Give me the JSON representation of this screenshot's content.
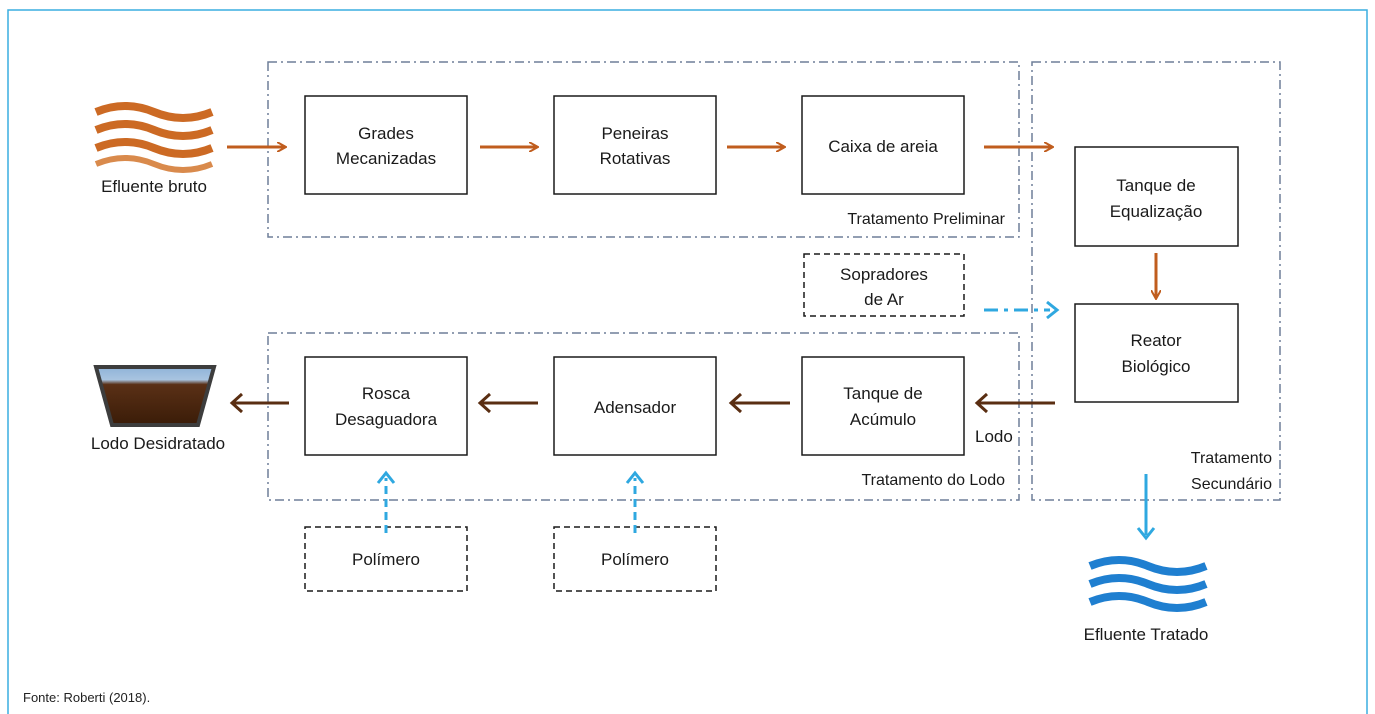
{
  "colors": {
    "frame": "#3aaee0",
    "region_border": "#6e7f99",
    "raw_flow": "#c05d1e",
    "sludge_flow": "#5a2e12",
    "additive_flow": "#2fa8e0"
  },
  "regions": {
    "preliminar": "Tratamento Preliminar",
    "secundario_line1": "Tratamento",
    "secundario_line2": "Secundário",
    "lodo": "Tratamento do Lodo"
  },
  "inputs": {
    "raw_effluent": "Efluente bruto",
    "raw_effluent_icon": "wavy-water-icon"
  },
  "outputs": {
    "treated_effluent": "Efluente Tratado",
    "treated_effluent_icon": "wavy-water-icon",
    "dewatered_sludge": "Lodo Desidratado",
    "dewatered_sludge_icon": "sludge-container-icon"
  },
  "nodes": {
    "grades": [
      "Grades",
      "Mecanizadas"
    ],
    "peneiras": [
      "Peneiras",
      "Rotativas"
    ],
    "caixa": [
      "Caixa de areia"
    ],
    "equalizacao": [
      "Tanque de",
      "Equalização"
    ],
    "reator": [
      "Reator",
      "Biológico"
    ],
    "sopradores": [
      "Sopradores",
      "de Ar"
    ],
    "acumulo": [
      "Tanque de",
      "Acúmulo"
    ],
    "adensador": [
      "Adensador"
    ],
    "rosca": [
      "Rosca",
      "Desaguadora"
    ],
    "polimero1": [
      "Polímero"
    ],
    "polimero2": [
      "Polímero"
    ]
  },
  "edge_labels": {
    "lodo": "Lodo"
  },
  "source": "Fonte: Roberti (2018)."
}
